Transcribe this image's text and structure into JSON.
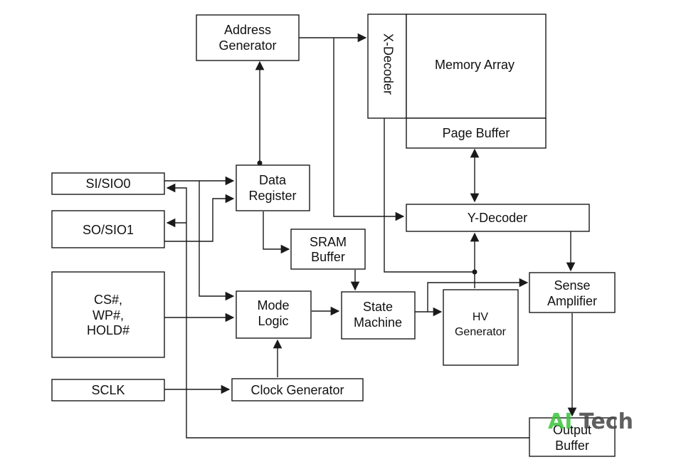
{
  "blocks": {
    "address_generator": [
      "Address",
      "Generator"
    ],
    "x_decoder": "X-Decoder",
    "memory_array": "Memory Array",
    "page_buffer": "Page Buffer",
    "si_sio0": "SI/SIO0",
    "so_sio1": "SO/SIO1",
    "data_register": [
      "Data",
      "Register"
    ],
    "y_decoder": "Y-Decoder",
    "sram_buffer": [
      "SRAM",
      "Buffer"
    ],
    "cs_wp_hold": [
      "CS#,",
      "WP#,",
      "HOLD#"
    ],
    "mode_logic": [
      "Mode",
      "Logic"
    ],
    "state_machine": [
      "State",
      "Machine"
    ],
    "hv_generator": [
      "HV",
      "Generator"
    ],
    "sense_amplifier": [
      "Sense",
      "Amplifier"
    ],
    "sclk": "SCLK",
    "clock_generator": "Clock Generator",
    "output_buffer": [
      "Output",
      "Buffer"
    ]
  },
  "watermark": {
    "part1": "AI",
    "part2": "Tech",
    "color1": "#3cc43c",
    "color2": "#444444"
  }
}
